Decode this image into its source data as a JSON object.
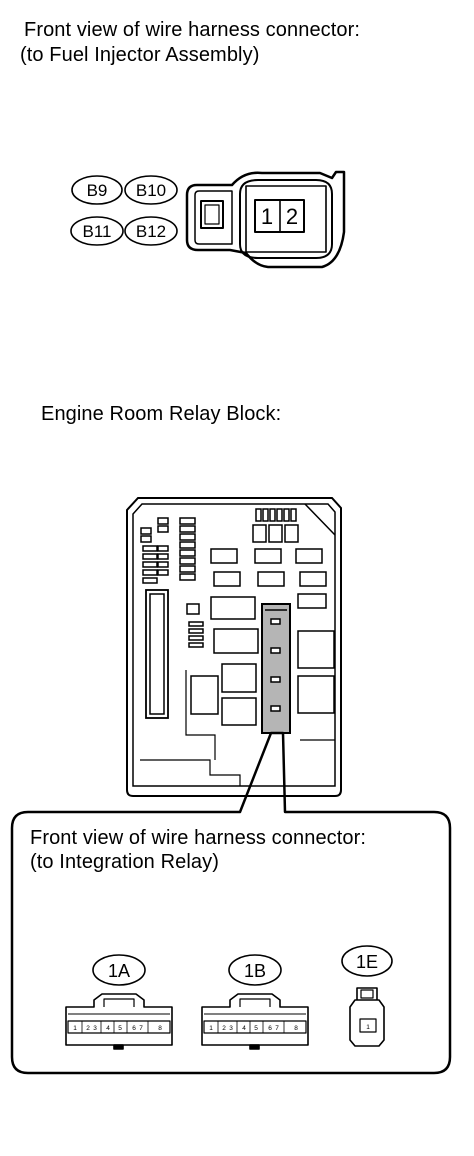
{
  "fuel_injector_section": {
    "title_line1": "Front view of wire harness connector:",
    "title_line2": "(to Fuel Injector Assembly)",
    "connector_codes": [
      "B9",
      "B10",
      "B11",
      "B12"
    ],
    "pin_numbers": [
      "1",
      "2"
    ]
  },
  "relay_block_section": {
    "title": "Engine Room Relay Block:"
  },
  "integration_relay_section": {
    "title_line1": "Front view of wire harness connector:",
    "title_line2": "(to Integration Relay)",
    "connectors": [
      {
        "code": "1A",
        "pins": [
          "1",
          "2",
          "3",
          "4",
          "5",
          "6",
          "7",
          "8"
        ]
      },
      {
        "code": "1B",
        "pins": [
          "1",
          "2",
          "3",
          "4",
          "5",
          "6",
          "7",
          "8"
        ]
      },
      {
        "code": "1E",
        "pins": [
          "1"
        ]
      }
    ]
  }
}
